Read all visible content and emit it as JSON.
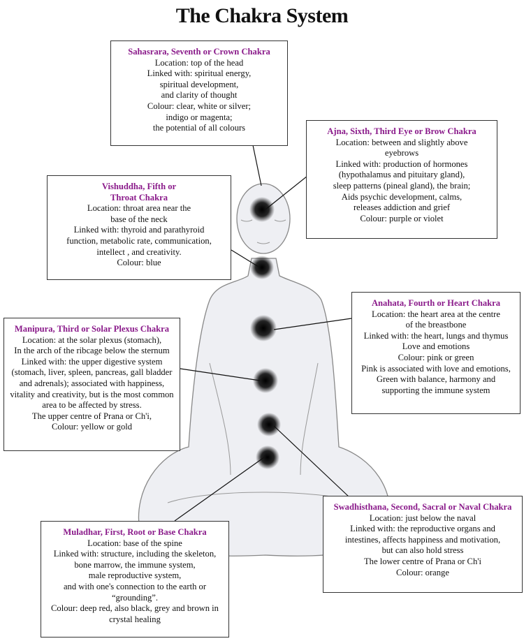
{
  "title": "The Chakra System",
  "chakras": [
    {
      "id": "sahasrara",
      "heading": [
        "Sahasrara, Seventh or Crown Chakra"
      ],
      "lines": [
        "Location: top of the head",
        "Linked with: spiritual energy,",
        "spiritual development,",
        "and clarity of thought",
        "Colour: clear, white or silver;",
        "indigo or magenta;",
        "the potential of all colours"
      ],
      "color": "#a020f0"
    },
    {
      "id": "ajna",
      "heading": [
        "Ajna, Sixth, Third Eye or Brow Chakra"
      ],
      "lines": [
        "Location: between and slightly above",
        "eyebrows",
        "Linked with: production of hormones",
        "(hypothalamus and pituitary gland),",
        "sleep patterns (pineal gland), the brain;",
        "Aids psychic development, calms,",
        "releases addiction and grief",
        "Colour: purple or violet"
      ],
      "color": "#9b30e0"
    },
    {
      "id": "vishuddha",
      "heading": [
        "Vishuddha, Fifth or",
        "Throat Chakra"
      ],
      "lines": [
        "Location: throat area near the",
        "base of the neck",
        "Linked with: thyroid and parathyroid",
        "function, metabolic rate, communication,",
        "intellect , and creativity.",
        "Colour: blue"
      ],
      "color": "#1a1aff"
    },
    {
      "id": "anahata",
      "heading": [
        "Anahata, Fourth or Heart Chakra"
      ],
      "lines": [
        "Location: the heart area at the centre",
        "of the breastbone",
        "Linked with: the heart, lungs and thymus",
        "Love and emotions",
        "Colour: pink or green",
        "Pink is associated with love and emotions,",
        "Green with balance, harmony and",
        "supporting the immune system"
      ],
      "color": "#f020f0"
    },
    {
      "id": "manipura",
      "heading": [
        "Manipura, Third or Solar Plexus Chakra"
      ],
      "lines": [
        "Location: at the solar plexus (stomach),",
        "In the arch of the ribcage below the sternum",
        "Linked with: the upper digestive system",
        "(stomach, liver, spleen, pancreas, gall bladder",
        "and adrenals); associated with happiness,",
        "vitality and creativity, but is the most common",
        "area to be affected by stress.",
        "The upper centre of Prana or Ch'i,",
        "Colour: yellow or gold"
      ],
      "color": "#ffee00"
    },
    {
      "id": "swadhisthana",
      "heading": [
        "Swadhisthana, Second, Sacral or Naval Chakra"
      ],
      "lines": [
        "Location: just below the naval",
        "Linked with: the reproductive organs and",
        "intestines, affects happiness and motivation,",
        "but can also hold stress",
        "The lower centre of Prana or Ch'i",
        "Colour: orange"
      ],
      "color": "#ff7a10"
    },
    {
      "id": "muladhar",
      "heading": [
        "Muladhar, First,  Root or Base Chakra"
      ],
      "lines": [
        "Location: base of the spine",
        "Linked with: structure, including the skeleton,",
        "bone marrow, the immune system,",
        "male reproductive system,",
        "and with one's connection to the earth or",
        "“grounding”.",
        "Colour: deep red, also black, grey and brown in",
        "crystal healing"
      ],
      "color": "#e03a10"
    }
  ]
}
